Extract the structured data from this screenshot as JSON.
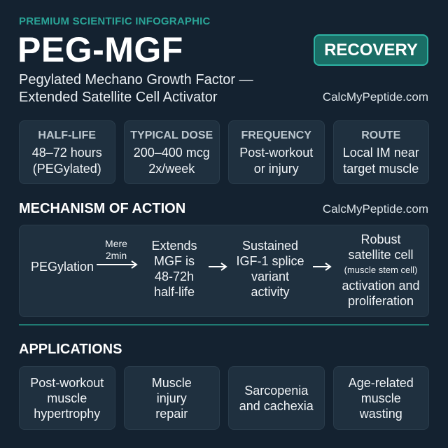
{
  "header": {
    "kicker": "PREMIUM SCIENTIFIC INFOGRAPHIC",
    "title": "PEG-MGF",
    "badge": "RECOVERY",
    "subtitle_line1": "Pegylated Mechano Growth Factor —",
    "subtitle_line2": "Extended Satellite Cell Activator",
    "brand": "CalcMyPeptide.com"
  },
  "stats": [
    {
      "label": "HALF-LIFE",
      "line1": "48–72 hours",
      "line2": "(PEGylated)"
    },
    {
      "label": "TYPICAL DOSE",
      "line1": "200–400 mcg",
      "line2": "2x/week"
    },
    {
      "label": "FREQUENCY",
      "line1": "Post-workout",
      "line2": "or injury"
    },
    {
      "label": "ROUTE",
      "line1": "Local IM near",
      "line2": "target muscle"
    }
  ],
  "mechanism": {
    "heading": "MECHANISM OF ACTION",
    "brand": "CalcMyPeptide.com",
    "step1": "PEGylation",
    "note_line1": "Mere",
    "note_line2": "2min",
    "step2_l1": "Extends",
    "step2_l2": "MGF is",
    "step2_l3": "48-72h",
    "step2_l4": "half-life",
    "step3_l1": "Sustained",
    "step3_l2": "IGF-1 splice",
    "step3_l3": "variant",
    "step3_l4": "activity",
    "step4_l1": "Robust",
    "step4_l2": "satellite cell",
    "step4_l3": "(muscle stem cell)",
    "step4_l4": "activation and",
    "step4_l5": "proliferation"
  },
  "applications": {
    "heading": "APPLICATIONS",
    "items": [
      {
        "l1": "Post-workout",
        "l2": "muscle",
        "l3": "hypertrophy"
      },
      {
        "l1": "Muscle",
        "l2": "injury",
        "l3": "repair"
      },
      {
        "l1": "Sarcopenia",
        "l2": "and cachexia",
        "l3": ""
      },
      {
        "l1": "Age-related",
        "l2": "muscle",
        "l3": "wasting"
      }
    ]
  },
  "colors": {
    "background": "#142230",
    "accent": "#2aa396",
    "badge_fill": "#1a6e66",
    "card": "#1f303f"
  }
}
